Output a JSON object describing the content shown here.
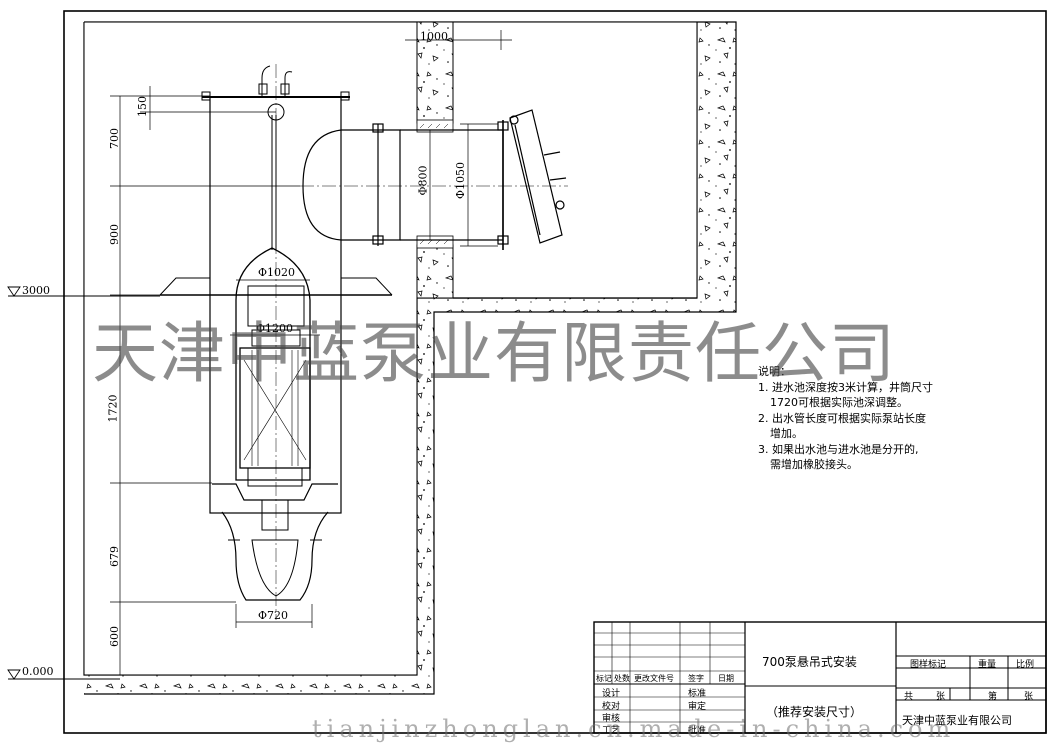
{
  "drawing": {
    "dimensions": {
      "top_width": "1000",
      "d150": "150",
      "d700": "700",
      "d900": "900",
      "d1720": "1720",
      "d679": "679",
      "d600": "600",
      "phi800": "Φ800",
      "phi1050": "Φ1050",
      "phi1020": "Φ1020",
      "phi1200": "Φ1200",
      "phi720": "Φ720"
    },
    "levels": {
      "upper": "3000",
      "lower": "0.000"
    }
  },
  "notes": {
    "heading": "说明：",
    "lines": [
      "1. 进水池深度按3米计算，井筒尺寸",
      "1720可根据实际池深调整。",
      "2. 出水管长度可根据实际泵站长度",
      "增加。",
      "3. 如果出水池与进水池是分开的,",
      "需增加橡胶接头。"
    ]
  },
  "watermark": {
    "company": "天津中蓝泵业有限责任公司",
    "site": "tianjinzhonglan.cn.made-in-china.com"
  },
  "title_block": {
    "title": "700泵悬吊式安装",
    "subtitle": "（推荐安装尺寸）",
    "company": "天津中蓝泵业有限公司",
    "rev_headers": [
      "标记",
      "处数",
      "更改文件号",
      "签字",
      "日期"
    ],
    "roles": [
      "设计",
      "校对",
      "审核",
      "工艺"
    ],
    "approvals": [
      "标准",
      "审定",
      "批准"
    ],
    "fig_mark": "图样标记",
    "weight": "重量",
    "scale": "比例",
    "total": "共",
    "sheet_word": "张",
    "number": "第"
  }
}
